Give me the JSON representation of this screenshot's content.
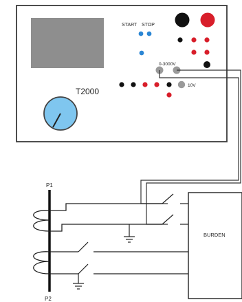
{
  "device": {
    "model": "T2000",
    "start_label": "START",
    "stop_label": "STOP",
    "hv_output_label": "0-3000V",
    "low_output_label": "10V"
  },
  "bus": {
    "p1_label": "P1",
    "p2_label": "P2"
  },
  "burden_label": "BURDEN",
  "colors": {
    "screen": "#8e8e8e",
    "start_stop_buttons": "#2b86d4",
    "red_terminal": "#d81e2a",
    "black_terminal": "#111111",
    "grey_terminal": "#9a9a9a",
    "dial_face": "#7fc6ef",
    "line": "#333333"
  }
}
